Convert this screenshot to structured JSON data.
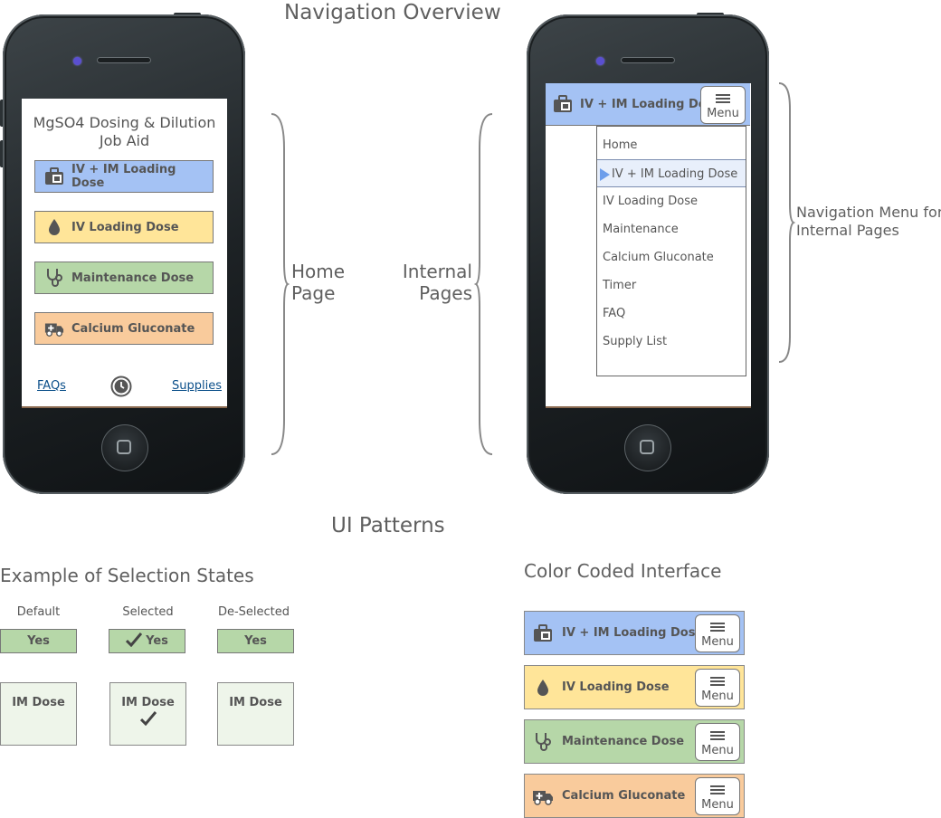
{
  "title": "Navigation Overview",
  "home_phone": {
    "app_title": "MgSO4 Dosing & Dilution Job Aid",
    "buttons": [
      {
        "label": "IV + IM Loading Dose",
        "icon": "medicine-bag-icon",
        "color": "#a4c2f4"
      },
      {
        "label": "IV Loading Dose",
        "icon": "drop-icon",
        "color": "#ffe599"
      },
      {
        "label": "Maintenance Dose",
        "icon": "stethoscope-icon",
        "color": "#b6d7a8"
      },
      {
        "label": "Calcium Gluconate",
        "icon": "ambulance-icon",
        "color": "#f9cb9c"
      }
    ],
    "footer_left": "FAQs",
    "footer_right": "Supplies",
    "footer_icon": "clock-icon"
  },
  "labels": {
    "home_page_line1": "Home",
    "home_page_line2": "Page",
    "internal_line1": "Internal",
    "internal_line2": "Pages",
    "nav_menu_line1": "Navigation Menu for",
    "nav_menu_line2": "Internal Pages"
  },
  "internal_phone": {
    "header_label": "IV + IM Loading Dose",
    "menu_label": "Menu",
    "menu_items": [
      "Home",
      "IV + IM Loading Dose",
      "IV Loading Dose",
      "Maintenance",
      "Calcium Gluconate",
      "Timer",
      "FAQ",
      "Supply List"
    ],
    "selected_index": 1
  },
  "ui_patterns": {
    "title": "UI Patterns",
    "selection_title": "Example of Selection States",
    "states": [
      "Default",
      "Selected",
      "De-Selected"
    ],
    "yes_label": "Yes",
    "im_dose_label": "IM Dose",
    "color_coded_title": "Color Coded Interface",
    "menu_label": "Menu",
    "bars": [
      {
        "label": "IV + IM Loading Dose",
        "color": "#a4c2f4"
      },
      {
        "label": "IV Loading Dose",
        "color": "#ffe599"
      },
      {
        "label": "Maintenance Dose",
        "color": "#b6d7a8"
      },
      {
        "label": "Calcium Gluconate",
        "color": "#f9cb9c"
      }
    ]
  }
}
